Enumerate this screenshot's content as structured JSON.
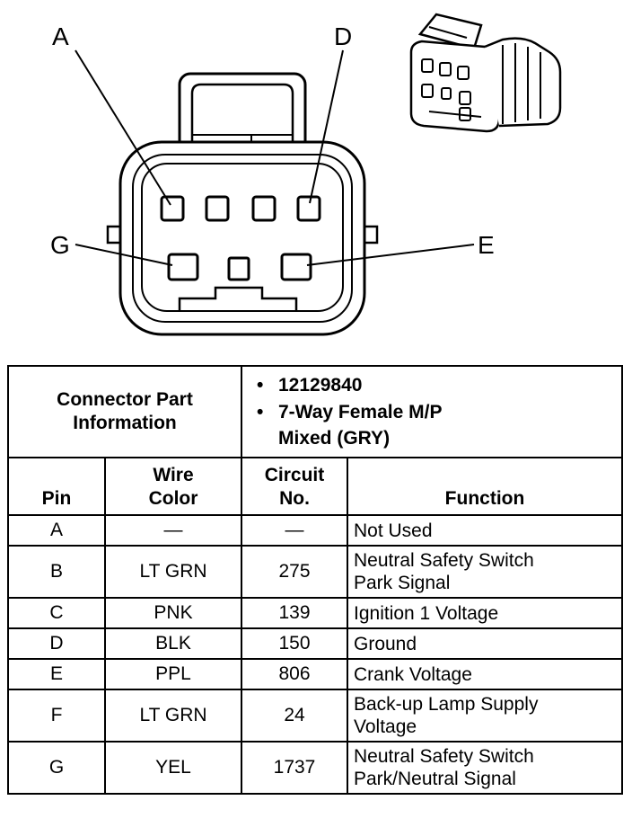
{
  "diagram": {
    "callouts": [
      "A",
      "D",
      "G",
      "E"
    ]
  },
  "info": {
    "label_lines": [
      "Connector Part",
      "Information"
    ],
    "part_number": "12129840",
    "description_lines": [
      "7-Way Female M/P",
      "Mixed (GRY)"
    ]
  },
  "headers": {
    "pin": "Pin",
    "wire_color": [
      "Wire",
      "Color"
    ],
    "circuit": [
      "Circuit",
      "No."
    ],
    "function": "Function"
  },
  "rows": [
    {
      "pin": "A",
      "color": "—",
      "circuit": "—",
      "function": [
        "Not Used"
      ]
    },
    {
      "pin": "B",
      "color": "LT GRN",
      "circuit": "275",
      "function": [
        "Neutral Safety Switch",
        "Park Signal"
      ]
    },
    {
      "pin": "C",
      "color": "PNK",
      "circuit": "139",
      "function": [
        "Ignition 1 Voltage"
      ]
    },
    {
      "pin": "D",
      "color": "BLK",
      "circuit": "150",
      "function": [
        "Ground"
      ]
    },
    {
      "pin": "E",
      "color": "PPL",
      "circuit": "806",
      "function": [
        "Crank Voltage"
      ]
    },
    {
      "pin": "F",
      "color": "LT GRN",
      "circuit": "24",
      "function": [
        "Back-up Lamp Supply",
        "Voltage"
      ]
    },
    {
      "pin": "G",
      "color": "YEL",
      "circuit": "1737",
      "function": [
        "Neutral Safety Switch",
        "Park/Neutral Signal"
      ]
    }
  ]
}
